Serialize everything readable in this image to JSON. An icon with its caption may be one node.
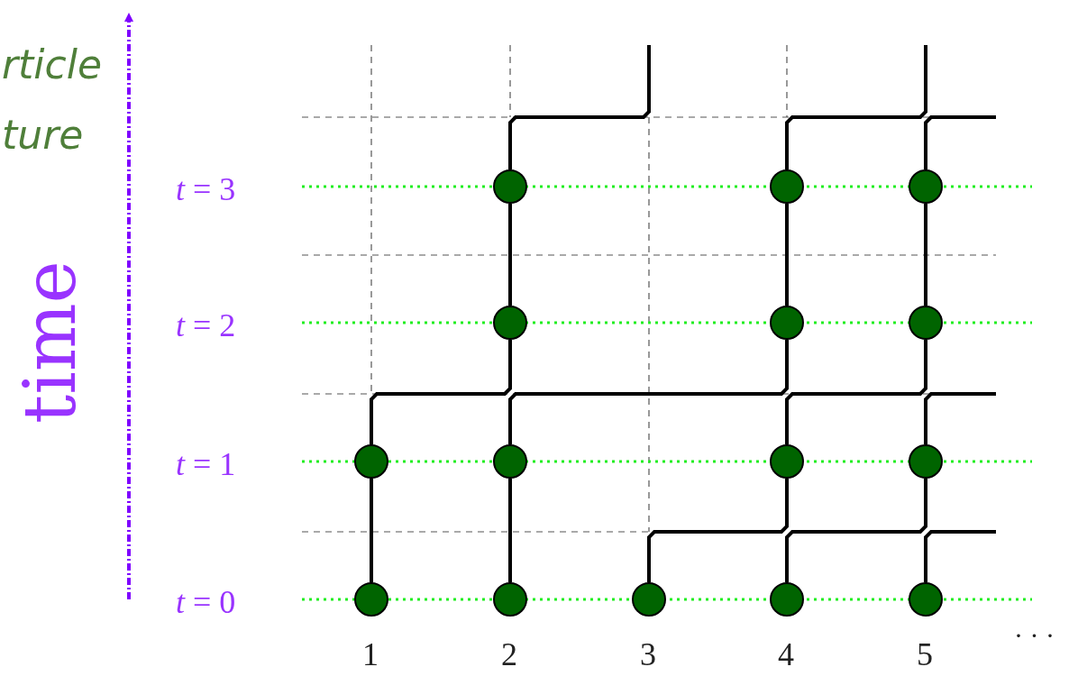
{
  "diagram": {
    "nodes": [
      {
        "text": [],
        "shape": "circle"
      },
      {
        "text": [],
        "shape": "circle"
      },
      {
        "text": [],
        "shape": "circle"
      },
      {
        "text": [],
        "shape": "circle"
      },
      {
        "text": [],
        "shape": "circle"
      },
      {
        "text": [],
        "shape": "circle"
      },
      {
        "text": [],
        "shape": "circle"
      },
      {
        "text": [],
        "shape": "circle"
      },
      {
        "text": [],
        "shape": "circle"
      },
      {
        "text": [],
        "shape": "circle"
      },
      {
        "text": [],
        "shape": "circle"
      },
      {
        "text": [],
        "shape": "circle"
      },
      {
        "text": [],
        "shape": "circle"
      },
      {
        "text": [],
        "shape": "circle"
      },
      {
        "text": [],
        "shape": "circle"
      }
    ],
    "edges": [
      {
        "from": 10,
        "to": 6,
        "arrow": "none"
      },
      {
        "from": 11,
        "to": 7,
        "arrow": "none"
      },
      {
        "from": 12,
        "to": 8,
        "arrow": "none"
      },
      {
        "from": 13,
        "to": 9,
        "arrow": "none"
      },
      {
        "from": 14,
        "to": null,
        "arrow": "none"
      },
      {
        "from": 6,
        "to": 3,
        "arrow": "none"
      },
      {
        "from": 7,
        "to": 4,
        "arrow": "none"
      },
      {
        "from": 8,
        "to": 5,
        "arrow": "none"
      },
      {
        "from": 9,
        "to": null,
        "arrow": "none"
      },
      {
        "from": 3,
        "to": 0,
        "arrow": "none"
      },
      {
        "from": 4,
        "to": 1,
        "arrow": "none"
      },
      {
        "from": 5,
        "to": 2,
        "arrow": "none"
      },
      {
        "from": 0,
        "to": null,
        "arrow": "none"
      },
      {
        "from": 1,
        "to": null,
        "arrow": "none"
      },
      {
        "from": 2,
        "to": null,
        "arrow": "none"
      }
    ],
    "labels": [
      "rticle",
      "ture",
      "time",
      "*t* = 3",
      "*t* = 2",
      "*t* = 1",
      "*t* = 0",
      "1",
      "2",
      "3",
      "4",
      "5",
      "· · ·"
    ]
  }
}
